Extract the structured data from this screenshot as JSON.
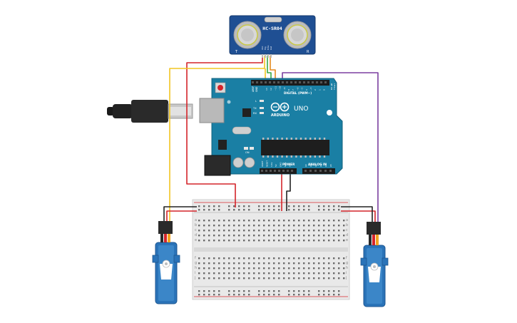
{
  "sensor": {
    "model": "HC-SR04",
    "pins": [
      "VCC",
      "Trig",
      "Echo",
      "Gnd"
    ],
    "left_mark": "T",
    "right_mark": "R"
  },
  "arduino": {
    "brand": "ARDUINO",
    "model": "UNO",
    "digital_label": "DIGITAL (PWM~)",
    "power_label": "POWER",
    "analog_label": "ANALOG IN",
    "aref": "AREF",
    "gnd": "GND",
    "led_l": "L",
    "led_tx": "TX",
    "led_rx": "RX",
    "on": "ON",
    "tx_arrow": "TX ►1",
    "rx_arrow": "RX ◄0",
    "digital_pins": [
      "13",
      "12",
      "~11",
      "~10",
      "~9",
      "8",
      "7",
      "~6",
      "~5",
      "4",
      "~3",
      "2",
      "1",
      "0"
    ],
    "power_pins": [
      "IOREF",
      "RESET",
      "3.3V",
      "5V",
      "GND",
      "GND",
      "Vin"
    ],
    "analog_pins": [
      "A0",
      "A1",
      "A2",
      "A3",
      "A4",
      "A5"
    ]
  },
  "breadboard": {
    "row_letters_top": [
      "a",
      "b",
      "c",
      "d",
      "e"
    ],
    "row_letters_bottom": [
      "f",
      "g",
      "h",
      "i",
      "j"
    ]
  },
  "colors": {
    "sensor_board": "#1f4f93",
    "arduino_board": "#1a7fa4",
    "servo_body": "#2a73b8",
    "wire_red": "#d4242a",
    "wire_black": "#222222",
    "wire_yellow": "#f2c522",
    "wire_purple": "#7b3fa0",
    "wire_green": "#3aa845",
    "wire_orange": "#e58a1f"
  }
}
